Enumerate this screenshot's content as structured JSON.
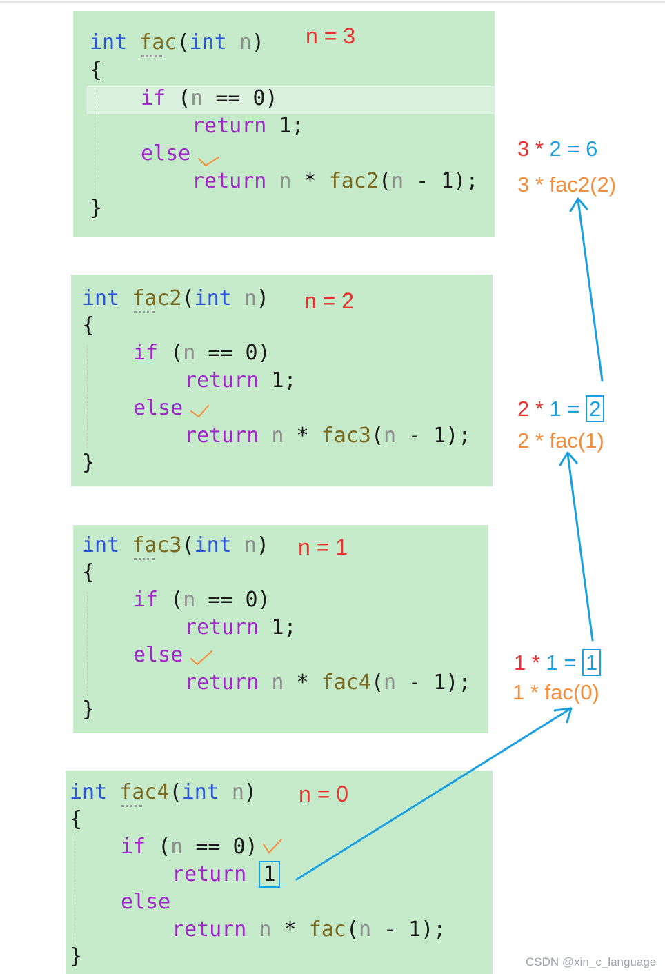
{
  "panels": [
    {
      "n_label": "n = 3",
      "lines": {
        "sig_kw1": "int",
        "sig_fn": "fac",
        "sig_open": "(",
        "sig_kw2": "int",
        "sig_param": "n",
        "sig_close": ")",
        "brace_open": "{",
        "if_kw": "if",
        "if_open": " (",
        "if_param": "n",
        "if_rest": " == 0)",
        "ret1_kw": "return",
        "ret1_val": " 1;",
        "else_kw": "else",
        "ret2_kw": "return",
        "ret2_param": " n",
        "ret2_op": " * ",
        "ret2_fn": "fac2",
        "ret2_open": "(",
        "ret2_param2": "n",
        "ret2_rest": " - 1);",
        "brace_close": "}"
      }
    },
    {
      "n_label": "n = 2",
      "lines": {
        "sig_kw1": "int",
        "sig_fn": "fac2",
        "sig_open": "(",
        "sig_kw2": "int",
        "sig_param": "n",
        "sig_close": ")",
        "brace_open": "{",
        "if_kw": "if",
        "if_open": " (",
        "if_param": "n",
        "if_rest": " == 0)",
        "ret1_kw": "return",
        "ret1_val": " 1;",
        "else_kw": "else",
        "ret2_kw": "return",
        "ret2_param": " n",
        "ret2_op": " * ",
        "ret2_fn": "fac3",
        "ret2_open": "(",
        "ret2_param2": "n",
        "ret2_rest": " - 1);",
        "brace_close": "}"
      }
    },
    {
      "n_label": "n = 1",
      "lines": {
        "sig_kw1": "int",
        "sig_fn": "fac3",
        "sig_open": "(",
        "sig_kw2": "int",
        "sig_param": "n",
        "sig_close": ")",
        "brace_open": "{",
        "if_kw": "if",
        "if_open": " (",
        "if_param": "n",
        "if_rest": " == 0)",
        "ret1_kw": "return",
        "ret1_val": " 1;",
        "else_kw": "else",
        "ret2_kw": "return",
        "ret2_param": " n",
        "ret2_op": " * ",
        "ret2_fn": "fac4",
        "ret2_open": "(",
        "ret2_param2": "n",
        "ret2_rest": " - 1);",
        "brace_close": "}"
      }
    },
    {
      "n_label": "n = 0",
      "lines": {
        "sig_kw1": "int",
        "sig_fn": "fac4",
        "sig_open": "(",
        "sig_kw2": "int",
        "sig_param": "n",
        "sig_close": ")",
        "brace_open": "{",
        "if_kw": "if",
        "if_open": " (",
        "if_param": "n",
        "if_rest": " == 0)",
        "ret1_kw": "return",
        "ret1_val": "1",
        "else_kw": "else",
        "ret2_kw": "return",
        "ret2_param": " n",
        "ret2_op": " * ",
        "ret2_fn": "fac",
        "ret2_open": "(",
        "ret2_param2": "n",
        "ret2_rest": " - 1);",
        "brace_close": "}"
      }
    }
  ],
  "annotations": {
    "a1": {
      "lhs": "3 * 2 = ",
      "lhs_red": "3",
      "op": " * ",
      "mid": "2",
      "eq": " = ",
      "result": "6",
      "call": "3 * fac2(2)"
    },
    "a2": {
      "lhs_red": "2",
      "op": " * ",
      "mid": "1",
      "eq": " = ",
      "result": "2",
      "call": "2 * fac(1)"
    },
    "a3": {
      "lhs_red": "1",
      "op": " * ",
      "mid": "1",
      "eq": " = ",
      "result": "1",
      "call": "1 * fac(0)"
    }
  },
  "watermark": "CSDN @xin_c_language",
  "colors": {
    "panel_bg": "#c6ebcb",
    "arrow": "#1aa0e0",
    "n_label": "#e8332e",
    "call_text": "#f58d3a"
  }
}
